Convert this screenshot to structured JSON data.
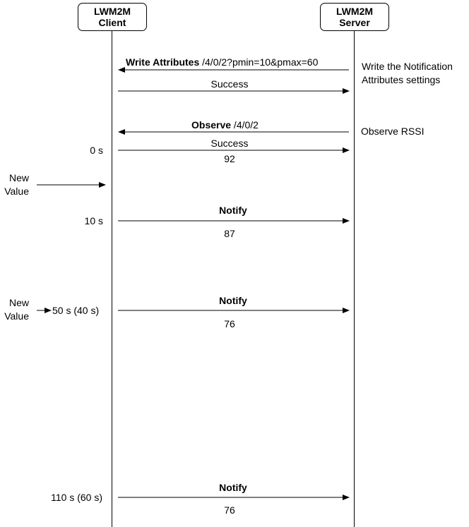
{
  "lifelines": {
    "client": {
      "line1": "LWM2M",
      "line2": "Client"
    },
    "server": {
      "line1": "LWM2M",
      "line2": "Server"
    }
  },
  "messages": {
    "write_attributes": {
      "bold": "Write Attributes",
      "rest": " /4/0/2?pmin=10&pmax=60"
    },
    "success_1": "Success",
    "observe": {
      "bold": "Observe",
      "rest": " /4/0/2"
    },
    "success_2": "Success",
    "value_0": "92",
    "notify_1": "Notify",
    "value_1": "87",
    "notify_2": "Notify",
    "value_2": "76",
    "notify_3": "Notify",
    "value_3": "76"
  },
  "notes": {
    "write_note_line1": "Write the Notification",
    "write_note_line2": "Attributes settings",
    "observe_note": "Observe RSSI"
  },
  "time_labels": {
    "t0": "0 s",
    "t10": "10 s",
    "t50": "50 s (40 s)",
    "t110": "110 s (60 s)"
  },
  "events": {
    "new_value_1_line1": "New",
    "new_value_1_line2": "Value",
    "new_value_2_line1": "New",
    "new_value_2_line2": "Value"
  }
}
